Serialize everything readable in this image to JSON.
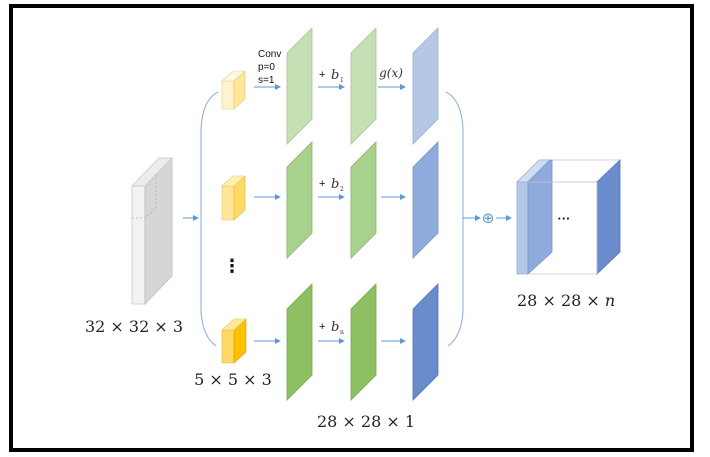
{
  "input": {
    "label": "32 × 32 × 3"
  },
  "kernel": {
    "label": "5 × 5 × 3"
  },
  "conv_annotation": {
    "line1": "Conv",
    "line2": "p=0",
    "line3": "s=1"
  },
  "bias_labels": {
    "b1_plus": "+",
    "b1": "b",
    "b1_sub": "1",
    "b2_plus": "+",
    "b2": "b",
    "b2_sub": "2",
    "bn_plus": "+",
    "bn": "b",
    "bn_sub": "n"
  },
  "activation": {
    "label": "g(x)"
  },
  "feature_map": {
    "label": "28 × 28 × 1"
  },
  "output": {
    "label": "28 × 28 × ",
    "n": "n",
    "ellipsis": "···"
  },
  "vertical_ellipsis": "⋮",
  "sum_symbol": "⊕",
  "colors": {
    "arrow": "#5b9bd5",
    "bracket": "#9ab6dd",
    "input_front": "#f2f2f2",
    "input_side": "#d6d6d6",
    "kernel1_front": "#fff2cc",
    "kernel1_side": "#ffe699",
    "kernel2_front": "#ffe699",
    "kernel2_side": "#ffd966",
    "kernel3_front": "#ffd966",
    "kernel3_side": "#ffc000",
    "green1": "#c5e0b4",
    "green2": "#a9d18e",
    "green3": "#8fbf63",
    "blue1": "#b4c7e7",
    "blue2": "#8faadc",
    "blue3": "#6a8bcc"
  }
}
